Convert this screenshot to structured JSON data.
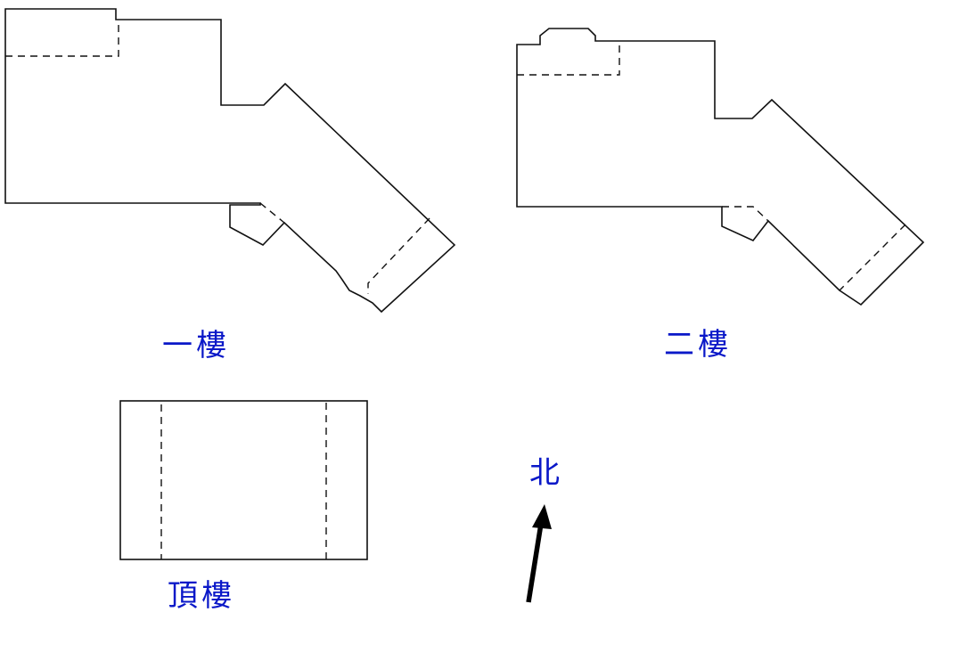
{
  "labels": {
    "floor1": "一樓",
    "floor2": "二樓",
    "roof": "頂樓",
    "north": "北"
  },
  "colors": {
    "label": "#0a18c8",
    "line": "#111111",
    "arrow": "#000000",
    "background": "#ffffff"
  }
}
